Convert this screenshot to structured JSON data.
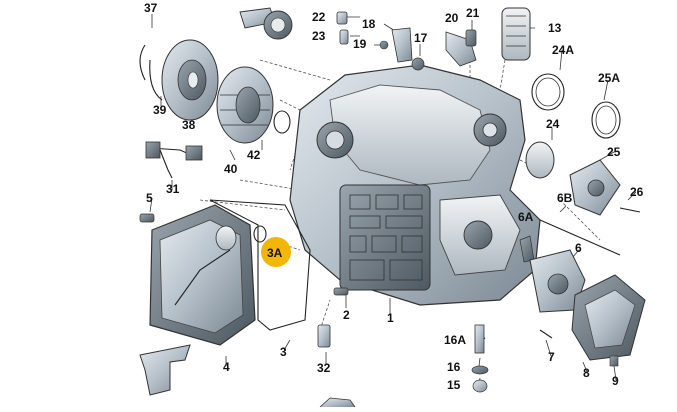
{
  "callouts": {
    "c37": "37",
    "c22": "22",
    "c23": "23",
    "c18": "18",
    "c19": "19",
    "c17": "17",
    "c20": "20",
    "c21": "21",
    "c13": "13",
    "c24a": "24A",
    "c25a": "25A",
    "c39": "39",
    "c38": "38",
    "c42": "42",
    "c40": "40",
    "c24": "24",
    "c25": "25",
    "c31": "31",
    "c5": "5",
    "c3a": "3A",
    "c6b": "6B",
    "c26": "26",
    "c6a": "6A",
    "c6": "6",
    "c2": "2",
    "c1": "1",
    "c3": "3",
    "c4": "4",
    "c32": "32",
    "c16a": "16A",
    "c7": "7",
    "c16": "16",
    "c15": "15",
    "c8": "8",
    "c9": "9"
  },
  "highlight_color": "#f2b705"
}
